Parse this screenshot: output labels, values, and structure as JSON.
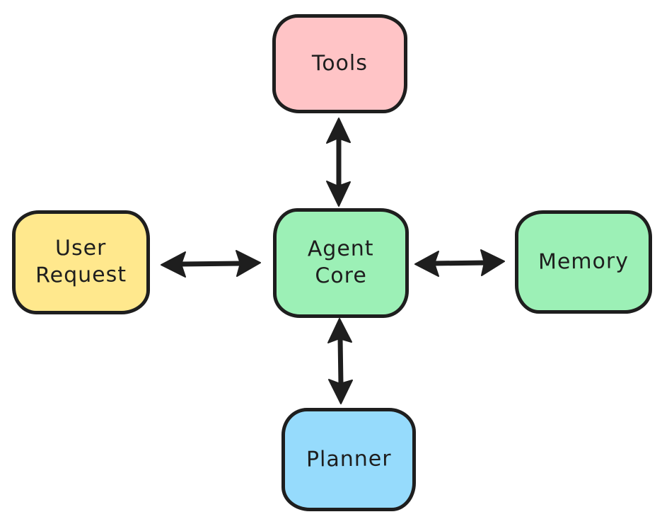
{
  "diagram": {
    "background": "#ffffff",
    "ink": "#1e1e1e",
    "nodes": [
      {
        "id": "tools",
        "label": "Tools",
        "fill": "#ffc4c6",
        "position": "top"
      },
      {
        "id": "user-request",
        "label": "User\nRequest",
        "fill": "#ffe88d",
        "position": "left"
      },
      {
        "id": "agent-core",
        "label": "Agent\nCore",
        "fill": "#9cf0b6",
        "position": "center"
      },
      {
        "id": "memory",
        "label": "Memory",
        "fill": "#9cf0b6",
        "position": "right"
      },
      {
        "id": "planner",
        "label": "Planner",
        "fill": "#96dbfc",
        "position": "bottom"
      }
    ],
    "edges": [
      {
        "from": "agent-core",
        "to": "tools",
        "style": "double-arrow"
      },
      {
        "from": "agent-core",
        "to": "user-request",
        "style": "double-arrow"
      },
      {
        "from": "agent-core",
        "to": "memory",
        "style": "double-arrow"
      },
      {
        "from": "agent-core",
        "to": "planner",
        "style": "double-arrow"
      }
    ]
  }
}
